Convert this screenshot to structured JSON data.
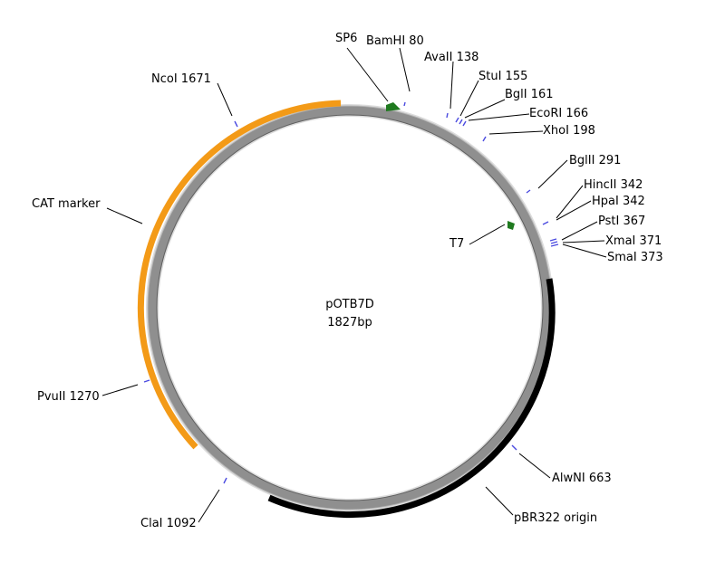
{
  "plasmid": {
    "name": "pOTB7D",
    "size": "1827bp"
  },
  "colors": {
    "backbone": "#8f8f8f",
    "cat_marker": "#f39a17",
    "ori": "#000000",
    "promoter": "#1f7a1f",
    "site": "#4a4ae0"
  },
  "features": {
    "cat_marker": "CAT marker",
    "pbr322_origin": "pBR322 origin",
    "sp6": "SP6",
    "t7": "T7"
  },
  "sites": [
    {
      "id": "bamhi",
      "label": "BamHI 80"
    },
    {
      "id": "avaii",
      "label": "AvaII 138"
    },
    {
      "id": "stui",
      "label": "StuI 155"
    },
    {
      "id": "bgli",
      "label": "BglI 161"
    },
    {
      "id": "ecori",
      "label": "EcoRI 166"
    },
    {
      "id": "xhoi",
      "label": "XhoI 198"
    },
    {
      "id": "bglii",
      "label": "BglII 291"
    },
    {
      "id": "hincii",
      "label": "HincII 342"
    },
    {
      "id": "hpai",
      "label": "HpaI 342"
    },
    {
      "id": "psti",
      "label": "PstI 367"
    },
    {
      "id": "xmai",
      "label": "XmaI 371"
    },
    {
      "id": "smai",
      "label": "SmaI 373"
    },
    {
      "id": "alwni",
      "label": "AlwNI 663"
    },
    {
      "id": "clai",
      "label": "ClaI 1092"
    },
    {
      "id": "pvuii",
      "label": "PvuII 1270"
    },
    {
      "id": "ncoi",
      "label": "NcoI 1671"
    }
  ]
}
